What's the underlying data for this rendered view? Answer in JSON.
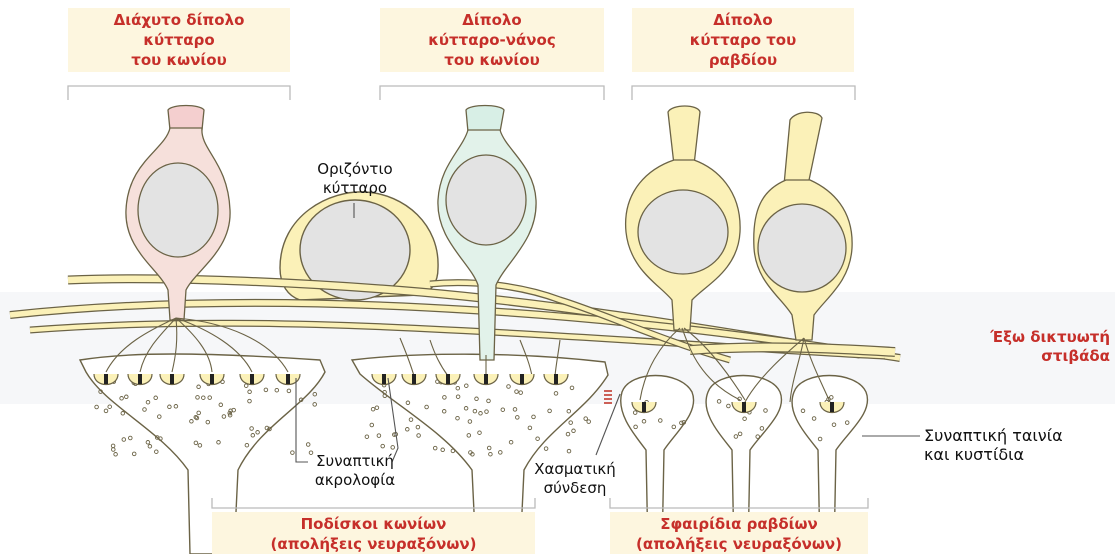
{
  "top_labels": {
    "diffuse_cone_bipolar": {
      "line1": "Διάχυτο δίπολο",
      "line2": "κύτταρο",
      "line3": "του κωνίου"
    },
    "midget_cone_bipolar": {
      "line1": "Δίπολο",
      "line2": "κύτταρο-νάνος",
      "line3": "του κωνίου"
    },
    "rod_bipolar": {
      "line1": "Δίπολο",
      "line2": "κύτταρο του",
      "line3": "ραβδίου"
    }
  },
  "horizontal_cell": {
    "line1": "Οριζόντιο",
    "line2": "κύτταρο"
  },
  "outer_plexiform": {
    "line1": "Έξω δικτυωτή",
    "line2": "στιβάδα"
  },
  "synaptic_ribbon": {
    "line1": "Συναπτική ταινία",
    "line2": "και κυστίδια"
  },
  "synaptic_ridge": {
    "line1": "Συναπτική",
    "line2": "ακρολοφία"
  },
  "gap_junction": {
    "line1": "Χασματική",
    "line2": "σύνδεση"
  },
  "bottom_labels": {
    "cone_pedicles": {
      "line1": "Ποδίσκοι κωνίων",
      "line2": "(απολήξεις νευραξόνων)"
    },
    "rod_spherules": {
      "line1": "Σφαιρίδια ραβδίων",
      "line2": "(απολήξεις νευραξόνων)"
    }
  },
  "colors": {
    "title_red": "#c62f2a",
    "label_box": "#fdf6df",
    "cell_yellow": "#fbf1b8",
    "cell_outline": "#6b6346",
    "pink_dendrite": "#f4cfcf",
    "cyan_dendrite": "#d8efe6",
    "nucleus": "#e3e3e3"
  }
}
